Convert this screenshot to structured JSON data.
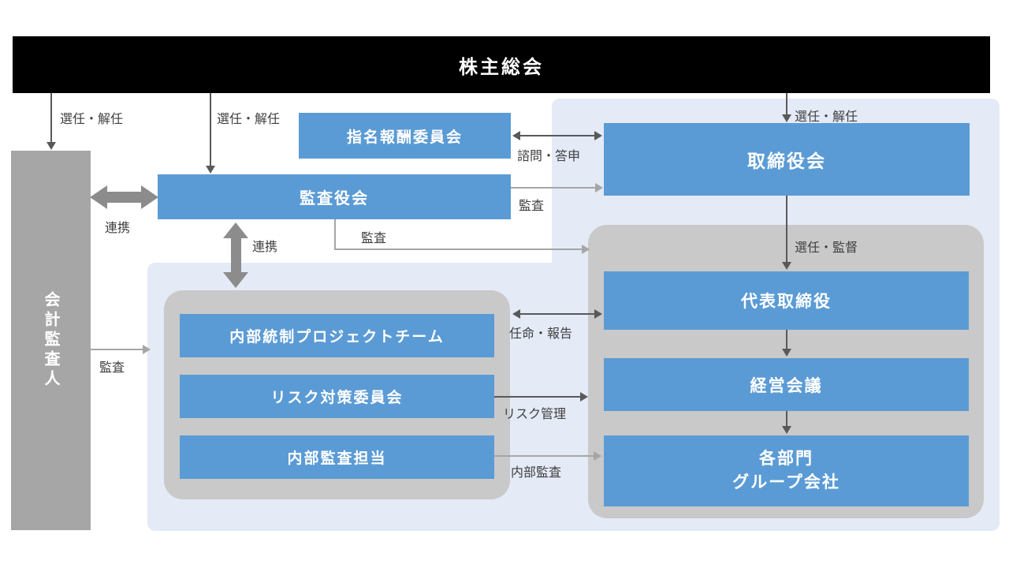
{
  "diagram": {
    "title": "株主総会",
    "nodes": {
      "accounting_auditor": "会計監査人",
      "nomination_compensation_committee": "指名報酬委員会",
      "board_of_auditors": "監査役会",
      "board_of_directors": "取締役会",
      "representative_director": "代表取締役",
      "management_meeting": "経営会議",
      "departments_line1": "各部門",
      "departments_line2": "グループ会社",
      "internal_control_project_team": "内部統制プロジェクトチーム",
      "risk_committee": "リスク対策委員会",
      "internal_audit_staff": "内部監査担当"
    },
    "labels": {
      "appoint_dismiss": "選任・解任",
      "advisory_report": "諮問・答申",
      "audit": "監査",
      "cooperation": "連携",
      "appoint_supervise": "選任・監督",
      "appoint_report": "任命・報告",
      "risk_management": "リスク管理",
      "internal_audit": "内部監査"
    },
    "colors": {
      "header_bg": "#000000",
      "box_blue": "#5B9BD5",
      "sidebar_gray": "#A6A6A6",
      "container_gray": "#C9C9C9",
      "panel_lavender": "#E4EAF6",
      "arrow_dark": "#595959",
      "arrow_light": "#A6A6A6",
      "arrow_thick": "#8C8C8C",
      "label_text": "#3F3F3F"
    }
  }
}
